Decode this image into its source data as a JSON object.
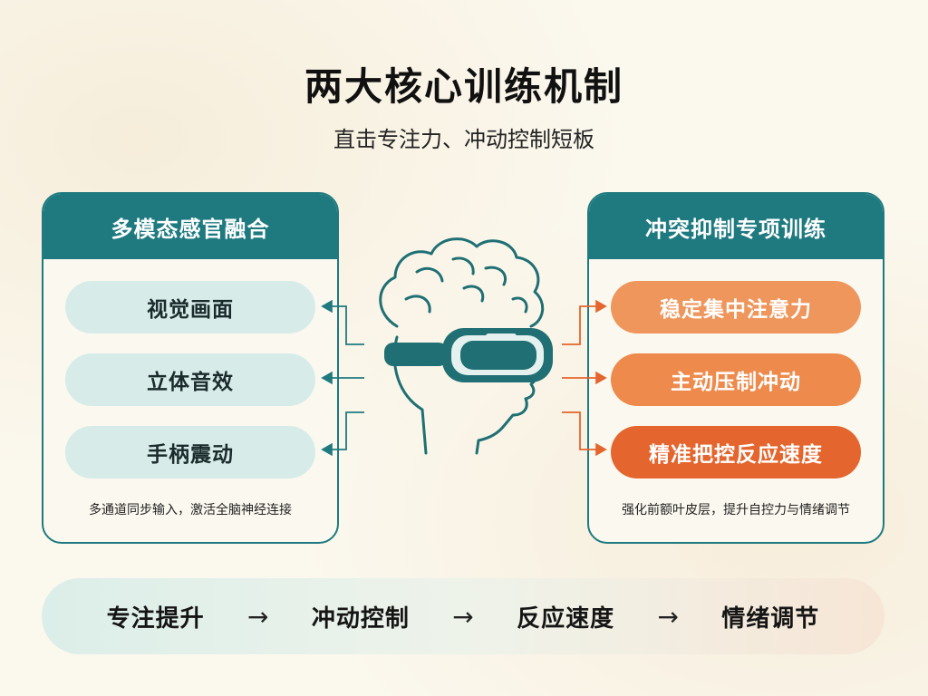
{
  "title": "两大核心训练机制",
  "subtitle": "直击专注力、冲动控制短板",
  "left_panel": {
    "heading": "多模态感官融合",
    "items": [
      "视觉画面",
      "立体音效",
      "手柄震动"
    ],
    "note": "多通道同步输入，激活全脑神经连接"
  },
  "right_panel": {
    "heading": "冲突抑制专项训练",
    "items": [
      "稳定集中注意力",
      "主动压制冲动",
      "精准把控反应速度"
    ],
    "note": "强化前额叶皮层，提升自控力与情绪调节"
  },
  "flow": {
    "steps": [
      "专注提升",
      "冲动控制",
      "反应速度",
      "情绪调节"
    ],
    "arrow": "→"
  },
  "colors": {
    "teal": "#1f7a80",
    "light_teal": "#d7ece9",
    "orange_1": "#ee965c",
    "orange_2": "#ee8a4c",
    "orange_3": "#e4652d",
    "background": "#fbf8ee"
  },
  "icons": {
    "center": "head-with-vr-headset-brain-icon"
  }
}
